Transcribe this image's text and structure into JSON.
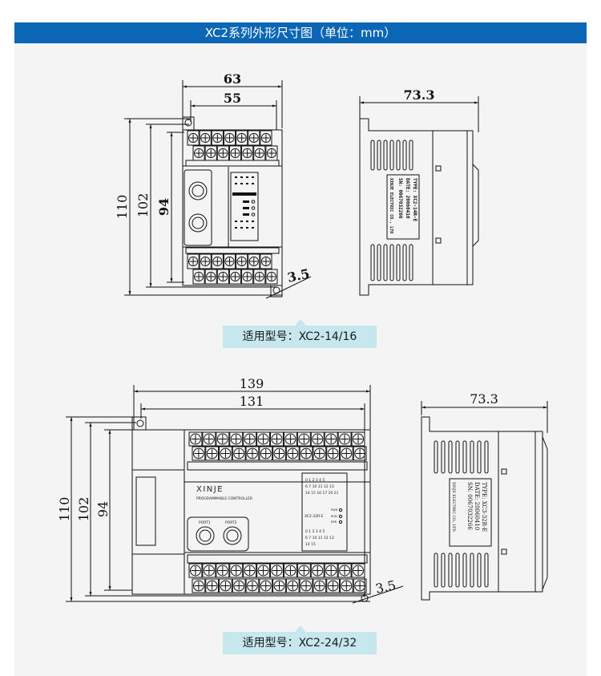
{
  "header": {
    "title": "XC2系列外形尺寸图（单位：mm）"
  },
  "small_unit": {
    "front": {
      "width_outer": "63",
      "width_inner": "55",
      "height_total": "110",
      "height_mount": "102",
      "height_body": "94",
      "hole": "3.5"
    },
    "side": {
      "depth": "73.3",
      "nameplate": [
        "TYPE: XC2-14R-E",
        "DATE: 20060410",
        "SN: 0067032266",
        "XINJE ELECTRIC CO., LTD"
      ]
    },
    "model_label": "适用型号：XC2-14/16"
  },
  "large_unit": {
    "front": {
      "width_outer": "139",
      "width_inner": "131",
      "height_total": "110",
      "height_mount": "102",
      "height_body": "94",
      "hole": "3.5",
      "brand": "XINJE",
      "subtitle": "PROGRAMMABLE CONTROLLER",
      "port1": "PORT1",
      "port2": "PORT2",
      "model_code": "XC2-32R-E",
      "leds": [
        "PWR",
        "RUN",
        "ERR"
      ]
    },
    "side": {
      "depth": "73.3",
      "nameplate": [
        "TYPE: XC3-32R-E",
        "DATE: 20060410",
        "SN: 0067032266",
        "XINJE ELECTRIC CO., LTD"
      ]
    },
    "model_label": "适用型号：XC2-24/32"
  },
  "colors": {
    "header": "#0b67b5",
    "label_bg": "#c6e7ee",
    "background": "#f4f4f4"
  }
}
